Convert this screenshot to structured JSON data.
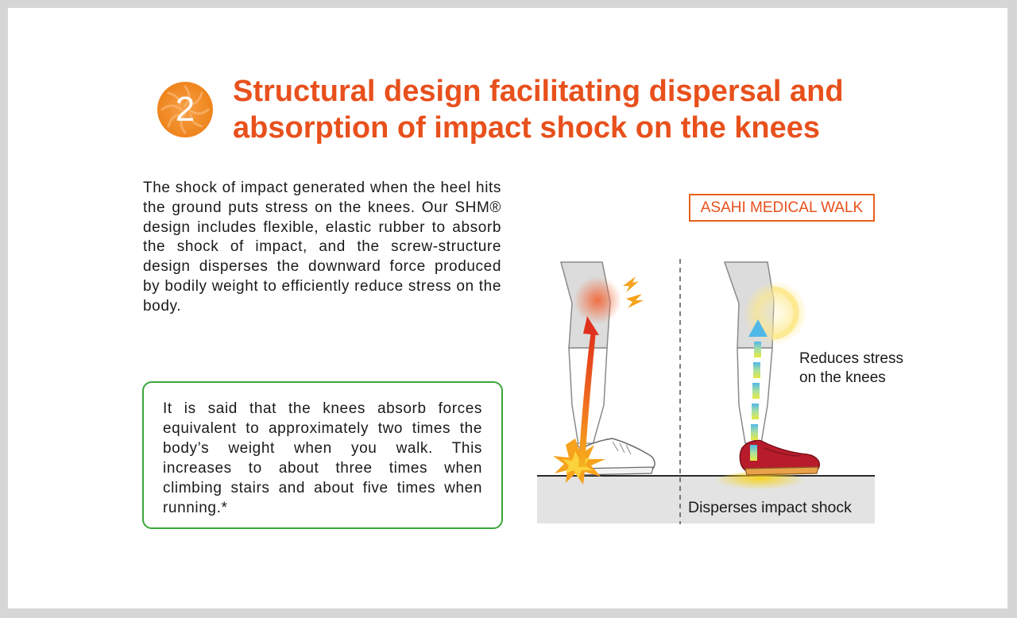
{
  "heading": {
    "number": "2",
    "title_line1": "Structural design facilitating dispersal and",
    "title_line2": "absorption of impact shock on the knees"
  },
  "description": "The shock of impact generated when the heel hits the ground puts stress on the knees. Our SHM® design includes flexible, elastic rubber to absorb the shock of impact, and the screw-structure design disperses the downward force produced by bodily weight to efficiently reduce stress on the body.",
  "note": "It is said that the knees absorb forces equivalent to approximately two times the body’s weight when you walk. This increases to about three times when climbing stairs and about five times when running.*",
  "illustration": {
    "brand_label": "ASAHI MEDICAL WALK",
    "reduces_label": "Reduces stress on the knees",
    "disperses_label": "Disperses impact shock"
  },
  "colors": {
    "accent_orange": "#e8501c",
    "badge_orange": "#f08a24",
    "note_border_green": "#3aa63a",
    "shoe_red": "#b81c2c"
  },
  "icons": [
    "lightning-bolt-icon",
    "impact-burst-icon",
    "force-arrow-icon",
    "dashed-force-arrow-icon",
    "glow-icon"
  ]
}
